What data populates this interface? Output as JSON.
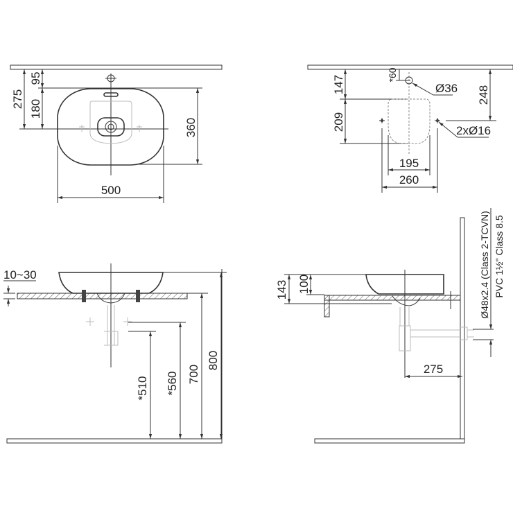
{
  "top_view": {
    "dims": {
      "d275": "275",
      "d95": "95",
      "d180": "180",
      "d360": "360",
      "d500": "500"
    }
  },
  "top_right_view": {
    "dims": {
      "d147": "147",
      "d60": "*60",
      "d36": "Ø36",
      "d248": "248",
      "d209": "209",
      "d16": "2xØ16",
      "d195": "195",
      "d260": "260"
    }
  },
  "front_view": {
    "dims": {
      "d10_30": "10~30",
      "d510": "*510",
      "d560": "*560",
      "d700": "700",
      "d800": "800"
    }
  },
  "side_view": {
    "dims": {
      "d143": "143",
      "d100": "100",
      "d275": "275"
    },
    "pipe_spec": "Ø48x2.4 (Class 2-TCVN)",
    "pvc_spec": "PVC 1½\" Class 8.5"
  }
}
